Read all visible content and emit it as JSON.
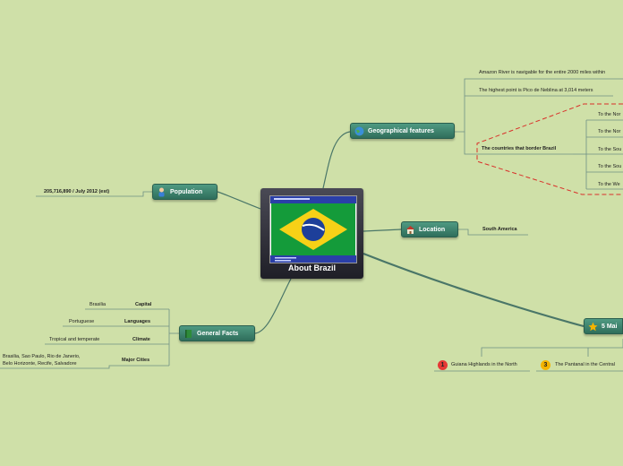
{
  "central": {
    "title": "About Brazil"
  },
  "topics": {
    "geographical": "Geographical features",
    "location": "Location",
    "population": "Population",
    "general_facts": "General Facts",
    "five_main": "5 Mai"
  },
  "geo": {
    "amazon": "Amazon River is navigable for the entire 2000 miles within",
    "highest": "The highest point is Pico de Neblina at 3,014 meters",
    "borders_label": "The countries that border Brazil",
    "borders": [
      "To the Nor",
      "To the Nor",
      "To the Sou",
      "To the Sou",
      "To the We"
    ]
  },
  "location": {
    "value": "South America"
  },
  "population": {
    "value": "205,716,890 / July 2012 (est)"
  },
  "general": {
    "capital_label": "Capital",
    "capital_value": "Brasilia",
    "languages_label": "Languages",
    "languages_value": "Portuguese",
    "climate_label": "Climate",
    "climate_value": "Tropical and temperate",
    "cities_label": "Major Cities",
    "cities_line1": "Brasilia, Sao Paulo, Rio de Janerio,",
    "cities_line2": "Belo Horizonte, Recife, Salvadore"
  },
  "regions": [
    {
      "number": "1",
      "label": "Guiana Highlands in the North",
      "color": "#e53935"
    },
    {
      "number": "3",
      "label": "The Pantanal in the Central",
      "color": "#f5b400"
    }
  ],
  "colors": {
    "background": "#cfe0a8",
    "topic": "#3f8a72",
    "line": "#3b6b5c",
    "boundary": "#d9302a"
  }
}
